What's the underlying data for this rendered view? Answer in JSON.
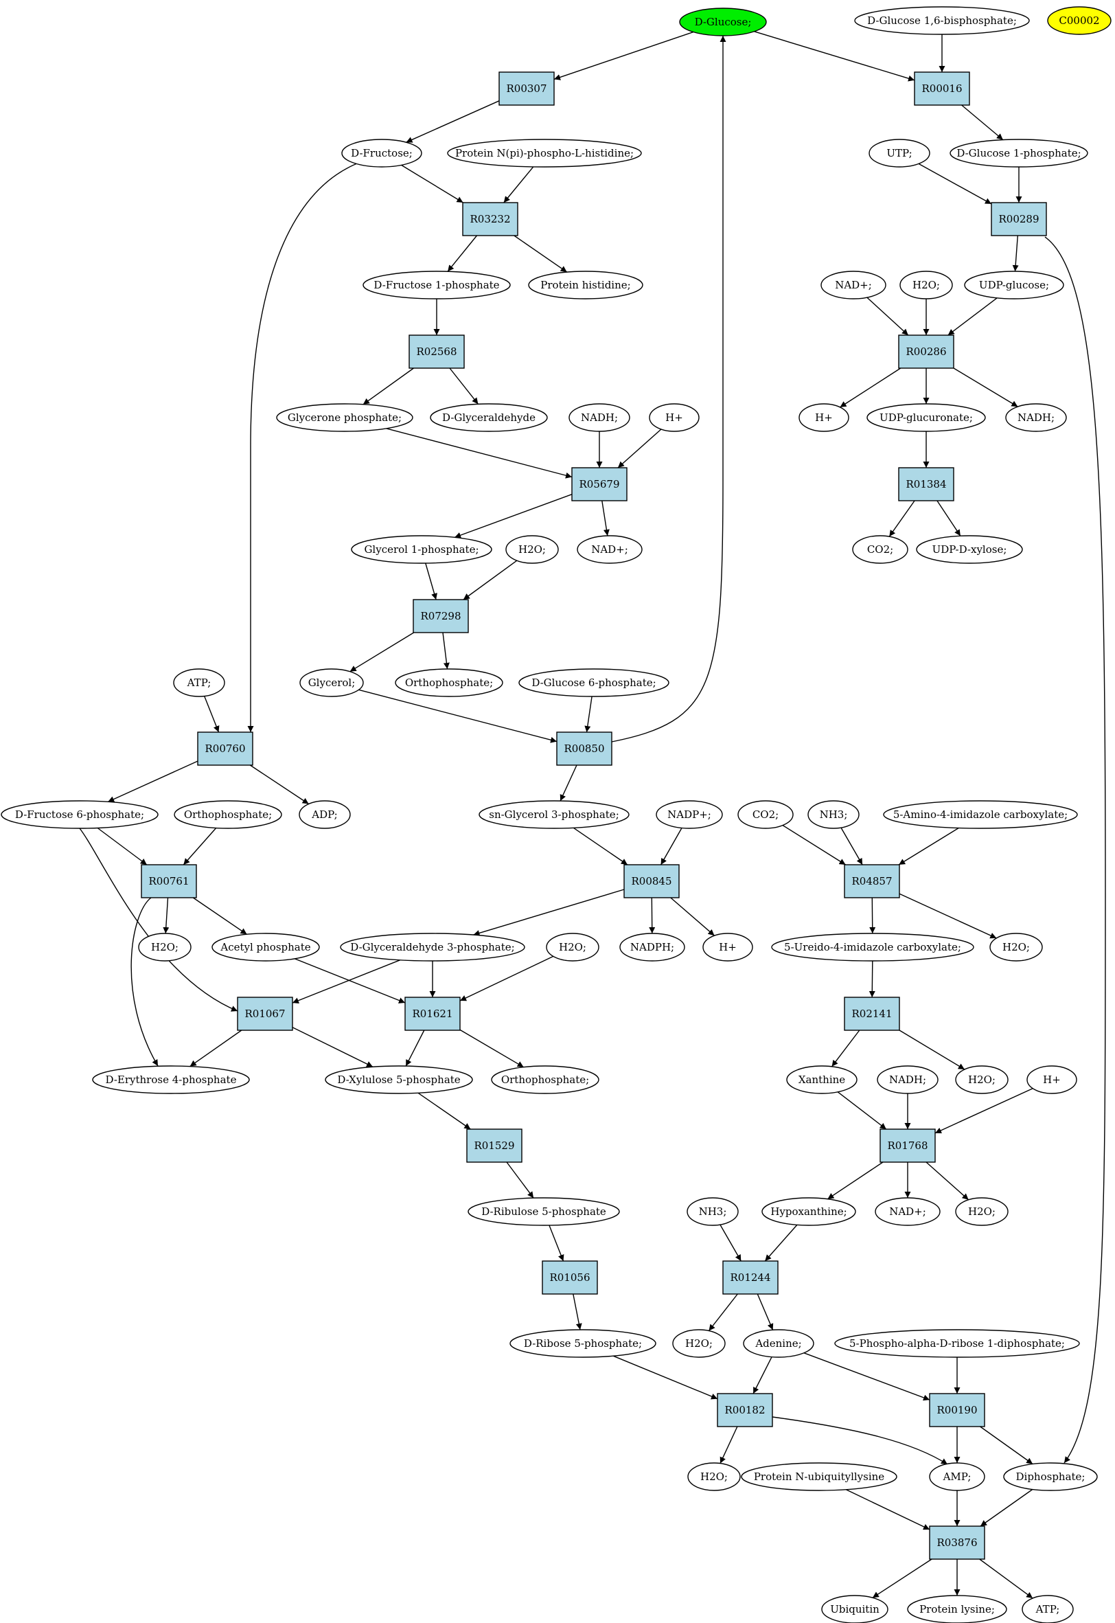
{
  "colors": {
    "compound": "#ffffff",
    "reaction": "#add8e6",
    "start": "#00ee00",
    "target": "#ffff00",
    "stroke": "#000000"
  },
  "nodes": [
    {
      "id": "glucose",
      "label": "D-Glucose;",
      "type": "compound",
      "state": "start"
    },
    {
      "id": "glc16bp",
      "label": "D-Glucose 1,6-bisphosphate;",
      "type": "compound"
    },
    {
      "id": "c00002",
      "label": "C00002",
      "type": "compound",
      "state": "target"
    },
    {
      "id": "R00307",
      "label": "R00307",
      "type": "reaction"
    },
    {
      "id": "R00016",
      "label": "R00016",
      "type": "reaction"
    },
    {
      "id": "fructose",
      "label": "D-Fructose;",
      "type": "compound"
    },
    {
      "id": "protnpi",
      "label": "Protein N(pi)-phospho-L-histidine;",
      "type": "compound"
    },
    {
      "id": "utp",
      "label": "UTP;",
      "type": "compound"
    },
    {
      "id": "g1p",
      "label": "D-Glucose 1-phosphate;",
      "type": "compound"
    },
    {
      "id": "R03232",
      "label": "R03232",
      "type": "reaction"
    },
    {
      "id": "R00289",
      "label": "R00289",
      "type": "reaction"
    },
    {
      "id": "f1p",
      "label": "D-Fructose 1-phosphate",
      "type": "compound"
    },
    {
      "id": "prothis",
      "label": "Protein histidine;",
      "type": "compound"
    },
    {
      "id": "nadp1",
      "label": "NAD+;",
      "type": "compound"
    },
    {
      "id": "h2o1",
      "label": "H2O;",
      "type": "compound"
    },
    {
      "id": "udpglc",
      "label": "UDP-glucose;",
      "type": "compound"
    },
    {
      "id": "R02568",
      "label": "R02568",
      "type": "reaction"
    },
    {
      "id": "R00286",
      "label": "R00286",
      "type": "reaction"
    },
    {
      "id": "glyceronep",
      "label": "Glycerone phosphate;",
      "type": "compound"
    },
    {
      "id": "glyceraldehyde",
      "label": "D-Glyceraldehyde",
      "type": "compound"
    },
    {
      "id": "nadh1",
      "label": "NADH;",
      "type": "compound"
    },
    {
      "id": "hplus1",
      "label": "H+",
      "type": "compound"
    },
    {
      "id": "hplus2",
      "label": "H+",
      "type": "compound"
    },
    {
      "id": "udpglcur",
      "label": "UDP-glucuronate;",
      "type": "compound"
    },
    {
      "id": "nadh2",
      "label": "NADH;",
      "type": "compound"
    },
    {
      "id": "R05679",
      "label": "R05679",
      "type": "reaction"
    },
    {
      "id": "R01384",
      "label": "R01384",
      "type": "reaction"
    },
    {
      "id": "glycerol1p",
      "label": "Glycerol 1-phosphate;",
      "type": "compound"
    },
    {
      "id": "h2o2",
      "label": "H2O;",
      "type": "compound"
    },
    {
      "id": "nadp2",
      "label": "NAD+;",
      "type": "compound"
    },
    {
      "id": "co2a",
      "label": "CO2;",
      "type": "compound"
    },
    {
      "id": "udpxyl",
      "label": "UDP-D-xylose;",
      "type": "compound"
    },
    {
      "id": "R07298",
      "label": "R07298",
      "type": "reaction"
    },
    {
      "id": "atp1",
      "label": "ATP;",
      "type": "compound"
    },
    {
      "id": "glycerol",
      "label": "Glycerol;",
      "type": "compound"
    },
    {
      "id": "ortho1",
      "label": "Orthophosphate;",
      "type": "compound"
    },
    {
      "id": "g6p",
      "label": "D-Glucose 6-phosphate;",
      "type": "compound"
    },
    {
      "id": "R00760",
      "label": "R00760",
      "type": "reaction"
    },
    {
      "id": "R00850",
      "label": "R00850",
      "type": "reaction"
    },
    {
      "id": "f6p",
      "label": "D-Fructose 6-phosphate;",
      "type": "compound"
    },
    {
      "id": "ortho2",
      "label": "Orthophosphate;",
      "type": "compound"
    },
    {
      "id": "adp",
      "label": "ADP;",
      "type": "compound"
    },
    {
      "id": "sng3p",
      "label": "sn-Glycerol 3-phosphate;",
      "type": "compound"
    },
    {
      "id": "nadpplus",
      "label": "NADP+;",
      "type": "compound"
    },
    {
      "id": "co2b",
      "label": "CO2;",
      "type": "compound"
    },
    {
      "id": "nh3a",
      "label": "NH3;",
      "type": "compound"
    },
    {
      "id": "aic",
      "label": "5-Amino-4-imidazole carboxylate;",
      "type": "compound"
    },
    {
      "id": "R00761",
      "label": "R00761",
      "type": "reaction"
    },
    {
      "id": "R00845",
      "label": "R00845",
      "type": "reaction"
    },
    {
      "id": "R04857",
      "label": "R04857",
      "type": "reaction"
    },
    {
      "id": "h2o3",
      "label": "H2O;",
      "type": "compound"
    },
    {
      "id": "acetylp",
      "label": "Acetyl phosphate",
      "type": "compound"
    },
    {
      "id": "gap",
      "label": "D-Glyceraldehyde 3-phosphate;",
      "type": "compound"
    },
    {
      "id": "h2o4",
      "label": "H2O;",
      "type": "compound"
    },
    {
      "id": "nadph",
      "label": "NADPH;",
      "type": "compound"
    },
    {
      "id": "hplus3",
      "label": "H+",
      "type": "compound"
    },
    {
      "id": "uic",
      "label": "5-Ureido-4-imidazole carboxylate;",
      "type": "compound"
    },
    {
      "id": "h2o5",
      "label": "H2O;",
      "type": "compound"
    },
    {
      "id": "R01067",
      "label": "R01067",
      "type": "reaction"
    },
    {
      "id": "R01621",
      "label": "R01621",
      "type": "reaction"
    },
    {
      "id": "R02141",
      "label": "R02141",
      "type": "reaction"
    },
    {
      "id": "e4p",
      "label": "D-Erythrose 4-phosphate",
      "type": "compound"
    },
    {
      "id": "x5p",
      "label": "D-Xylulose 5-phosphate",
      "type": "compound"
    },
    {
      "id": "ortho3",
      "label": "Orthophosphate;",
      "type": "compound"
    },
    {
      "id": "xanthine",
      "label": "Xanthine",
      "type": "compound"
    },
    {
      "id": "nadh3",
      "label": "NADH;",
      "type": "compound"
    },
    {
      "id": "h2o6",
      "label": "H2O;",
      "type": "compound"
    },
    {
      "id": "hplus4",
      "label": "H+",
      "type": "compound"
    },
    {
      "id": "R01529",
      "label": "R01529",
      "type": "reaction"
    },
    {
      "id": "R01768",
      "label": "R01768",
      "type": "reaction"
    },
    {
      "id": "ru5p",
      "label": "D-Ribulose 5-phosphate",
      "type": "compound"
    },
    {
      "id": "nh3b",
      "label": "NH3;",
      "type": "compound"
    },
    {
      "id": "hypox",
      "label": "Hypoxanthine;",
      "type": "compound"
    },
    {
      "id": "nadp3",
      "label": "NAD+;",
      "type": "compound"
    },
    {
      "id": "h2o7",
      "label": "H2O;",
      "type": "compound"
    },
    {
      "id": "R01056",
      "label": "R01056",
      "type": "reaction"
    },
    {
      "id": "R01244",
      "label": "R01244",
      "type": "reaction"
    },
    {
      "id": "r5p",
      "label": "D-Ribose 5-phosphate;",
      "type": "compound"
    },
    {
      "id": "h2o8",
      "label": "H2O;",
      "type": "compound"
    },
    {
      "id": "adenine",
      "label": "Adenine;",
      "type": "compound"
    },
    {
      "id": "prpp",
      "label": "5-Phospho-alpha-D-ribose 1-diphosphate;",
      "type": "compound"
    },
    {
      "id": "R00182",
      "label": "R00182",
      "type": "reaction"
    },
    {
      "id": "R00190",
      "label": "R00190",
      "type": "reaction"
    },
    {
      "id": "h2o9",
      "label": "H2O;",
      "type": "compound"
    },
    {
      "id": "protubq",
      "label": "Protein N-ubiquityllysine",
      "type": "compound"
    },
    {
      "id": "amp",
      "label": "AMP;",
      "type": "compound"
    },
    {
      "id": "diphos",
      "label": "Diphosphate;",
      "type": "compound"
    },
    {
      "id": "R03876",
      "label": "R03876",
      "type": "reaction"
    },
    {
      "id": "ubiquitin",
      "label": "Ubiquitin",
      "type": "compound"
    },
    {
      "id": "protlys",
      "label": "Protein lysine;",
      "type": "compound"
    },
    {
      "id": "atp2",
      "label": "ATP;",
      "type": "compound"
    }
  ],
  "edges": [
    [
      "glucose",
      "R00307"
    ],
    [
      "glucose",
      "R00016"
    ],
    [
      "glc16bp",
      "R00016"
    ],
    [
      "R00307",
      "fructose"
    ],
    [
      "R00016",
      "g1p"
    ],
    [
      "fructose",
      "R03232"
    ],
    [
      "protnpi",
      "R03232"
    ],
    [
      "fructose",
      "R00760"
    ],
    [
      "utp",
      "R00289"
    ],
    [
      "g1p",
      "R00289"
    ],
    [
      "R03232",
      "f1p"
    ],
    [
      "R03232",
      "prothis"
    ],
    [
      "R00289",
      "udpglc"
    ],
    [
      "R00289",
      "diphos"
    ],
    [
      "f1p",
      "R02568"
    ],
    [
      "nadp1",
      "R00286"
    ],
    [
      "h2o1",
      "R00286"
    ],
    [
      "udpglc",
      "R00286"
    ],
    [
      "R02568",
      "glyceronep"
    ],
    [
      "R02568",
      "glyceraldehyde"
    ],
    [
      "R00286",
      "hplus2"
    ],
    [
      "R00286",
      "udpglcur"
    ],
    [
      "R00286",
      "nadh2"
    ],
    [
      "glyceronep",
      "R05679"
    ],
    [
      "nadh1",
      "R05679"
    ],
    [
      "hplus1",
      "R05679"
    ],
    [
      "udpglcur",
      "R01384"
    ],
    [
      "R05679",
      "glycerol1p"
    ],
    [
      "R05679",
      "nadp2"
    ],
    [
      "R01384",
      "co2a"
    ],
    [
      "R01384",
      "udpxyl"
    ],
    [
      "glycerol1p",
      "R07298"
    ],
    [
      "h2o2",
      "R07298"
    ],
    [
      "R07298",
      "glycerol"
    ],
    [
      "R07298",
      "ortho1"
    ],
    [
      "atp1",
      "R00760"
    ],
    [
      "glycerol",
      "R00850"
    ],
    [
      "g6p",
      "R00850"
    ],
    [
      "R00850",
      "glucose"
    ],
    [
      "R00850",
      "sng3p"
    ],
    [
      "R00760",
      "f6p"
    ],
    [
      "R00760",
      "adp"
    ],
    [
      "f6p",
      "R00761"
    ],
    [
      "ortho2",
      "R00761"
    ],
    [
      "f6p",
      "R01067"
    ],
    [
      "sng3p",
      "R00845"
    ],
    [
      "nadpplus",
      "R00845"
    ],
    [
      "co2b",
      "R04857"
    ],
    [
      "nh3a",
      "R04857"
    ],
    [
      "aic",
      "R04857"
    ],
    [
      "R00761",
      "h2o3"
    ],
    [
      "R00761",
      "acetylp"
    ],
    [
      "R00761",
      "e4p"
    ],
    [
      "R00845",
      "gap"
    ],
    [
      "R00845",
      "nadph"
    ],
    [
      "R00845",
      "hplus3"
    ],
    [
      "R04857",
      "uic"
    ],
    [
      "R04857",
      "h2o5"
    ],
    [
      "acetylp",
      "R01621"
    ],
    [
      "gap",
      "R01621"
    ],
    [
      "h2o4",
      "R01621"
    ],
    [
      "gap",
      "R01067"
    ],
    [
      "uic",
      "R02141"
    ],
    [
      "R01067",
      "e4p"
    ],
    [
      "R01067",
      "x5p"
    ],
    [
      "R01621",
      "x5p"
    ],
    [
      "R01621",
      "ortho3"
    ],
    [
      "R02141",
      "xanthine"
    ],
    [
      "R02141",
      "h2o6"
    ],
    [
      "x5p",
      "R01529"
    ],
    [
      "xanthine",
      "R01768"
    ],
    [
      "nadh3",
      "R01768"
    ],
    [
      "hplus4",
      "R01768"
    ],
    [
      "R01529",
      "ru5p"
    ],
    [
      "R01768",
      "hypox"
    ],
    [
      "R01768",
      "nadp3"
    ],
    [
      "R01768",
      "h2o7"
    ],
    [
      "ru5p",
      "R01056"
    ],
    [
      "nh3b",
      "R01244"
    ],
    [
      "hypox",
      "R01244"
    ],
    [
      "R01056",
      "r5p"
    ],
    [
      "R01244",
      "h2o8"
    ],
    [
      "R01244",
      "adenine"
    ],
    [
      "r5p",
      "R00182"
    ],
    [
      "adenine",
      "R00182"
    ],
    [
      "adenine",
      "R00190"
    ],
    [
      "prpp",
      "R00190"
    ],
    [
      "R00182",
      "h2o9"
    ],
    [
      "R00182",
      "amp"
    ],
    [
      "R00190",
      "amp"
    ],
    [
      "R00190",
      "diphos"
    ],
    [
      "protubq",
      "R03876"
    ],
    [
      "amp",
      "R03876"
    ],
    [
      "diphos",
      "R03876"
    ],
    [
      "R03876",
      "ubiquitin"
    ],
    [
      "R03876",
      "protlys"
    ],
    [
      "R03876",
      "atp2"
    ]
  ]
}
